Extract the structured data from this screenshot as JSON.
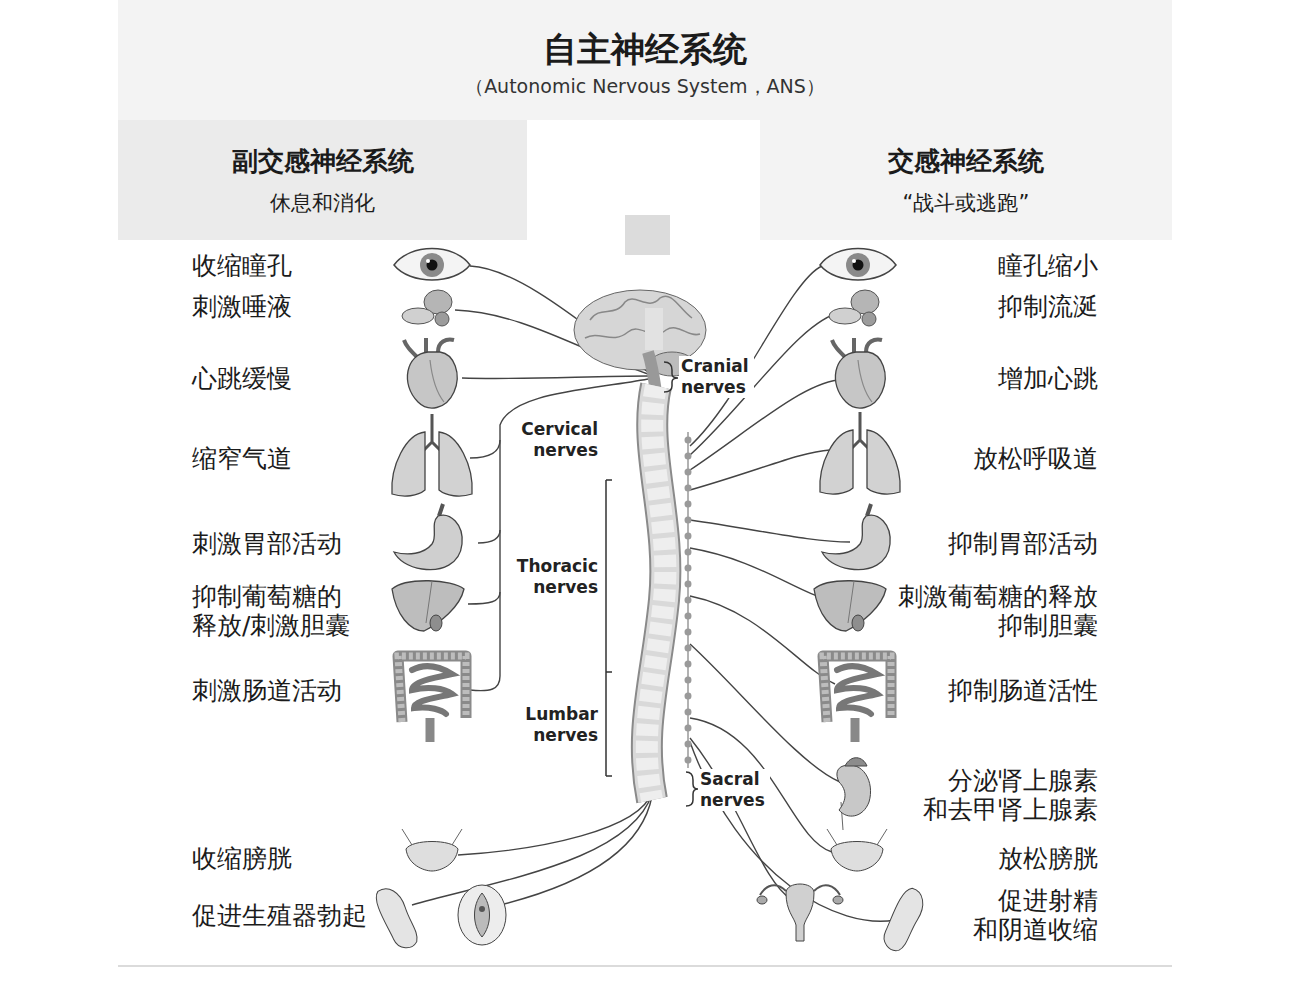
{
  "diagram": {
    "title": "自主神经系统",
    "nodes": [
      {
        "text": [
          "副交感神经系统",
          "休息和消化"
        ]
      },
      {
        "text": [
          "交感神经系统",
          "“战斗或逃跑”"
        ]
      }
    ],
    "labels": [
      "（Autonomic Nervous System，ANS）",
      "收缩瞳孔",
      "刺激唾液",
      "心跳缓慢",
      "缩窄气道",
      "刺激胃部活动",
      "抑制葡萄糖的 释放/刺激胆囊",
      "刺激肠道活动",
      "收缩膀胱",
      "促进生殖器勃起",
      "瞳孔缩小",
      "抑制流涎",
      "增加心跳",
      "放松呼吸道",
      "抑制胃部活动",
      "刺激葡萄糖的释放 抑制胆囊",
      "抑制肠道活性",
      "分泌肾上腺素 和去甲肾上腺素",
      "放松膀胱",
      "促进射精 和阴道收缩",
      "Cranial nerves",
      "Cervical nerves",
      "Thoracic nerves",
      "Lumbar nerves",
      "Sacral nerves"
    ]
  }
}
